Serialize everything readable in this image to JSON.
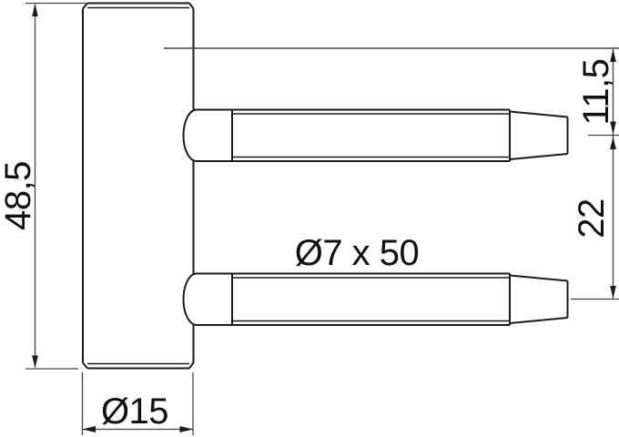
{
  "drawing": {
    "title": "hinge pin technical drawing",
    "labels": {
      "overall_height": "48,5",
      "top_offset": "11,5",
      "pin_spacing": "22",
      "pin_size": "Ø7 x 50",
      "body_diameter": "Ø15"
    },
    "colors": {
      "outline": "#1a1a1a",
      "dimension_line": "#444444",
      "text": "#111111",
      "background": "#ffffff"
    }
  }
}
